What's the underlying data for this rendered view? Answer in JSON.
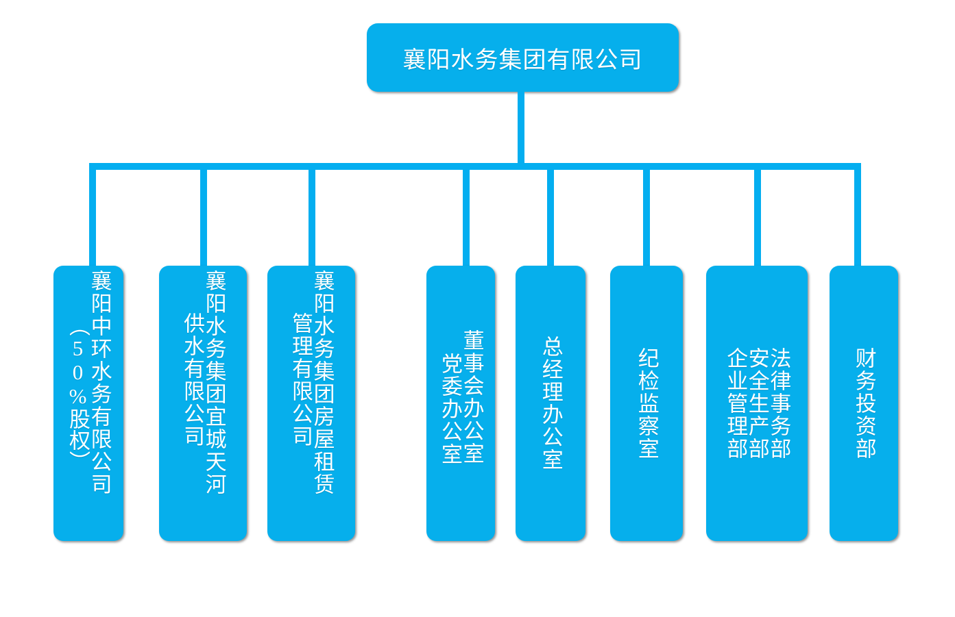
{
  "chart": {
    "type": "org-chart",
    "title_node": "襄阳水务集团有限公司",
    "accent_color": "#06AFEC",
    "line_color": "#04AEF0",
    "text_color": "#FFFFFF",
    "background": "#FFFFFF",
    "orientation": "top-down",
    "levels": 2,
    "child_count": 8
  },
  "root": {
    "label": "襄阳水务集团有限公司"
  },
  "nodes": [
    {
      "id": "node-1",
      "group": "subsidiary",
      "columns": [
        "襄阳中环水务有限公司",
        "（50%股权）"
      ],
      "full_text": "襄阳中环水务有限公司（50%股权）"
    },
    {
      "id": "node-2",
      "group": "subsidiary",
      "columns": [
        "襄阳水务集团宜城天河",
        "供水有限公司"
      ],
      "full_text": "襄阳水务集团宜城天河供水有限公司"
    },
    {
      "id": "node-3",
      "group": "subsidiary",
      "columns": [
        "襄阳水务集团房屋租赁",
        "管理有限公司"
      ],
      "full_text": "襄阳水务集团房屋租赁管理有限公司"
    },
    {
      "id": "node-4",
      "group": "department",
      "columns": [
        "董事会办公室",
        "党委办公室"
      ],
      "full_text": "董事会办公室 党委办公室"
    },
    {
      "id": "node-5",
      "group": "department",
      "columns": [
        "总经理办公室"
      ],
      "full_text": "总经理办公室"
    },
    {
      "id": "node-6",
      "group": "department",
      "columns": [
        "纪检监察室"
      ],
      "full_text": "纪检监察室"
    },
    {
      "id": "node-7",
      "group": "department",
      "columns": [
        "法律事务部",
        "安全生产部",
        "企业管理部"
      ],
      "full_text": "法律事务部 安全生产部 企业管理部"
    },
    {
      "id": "node-8",
      "group": "department",
      "columns": [
        "财务投资部"
      ],
      "full_text": "财务投资部"
    }
  ]
}
